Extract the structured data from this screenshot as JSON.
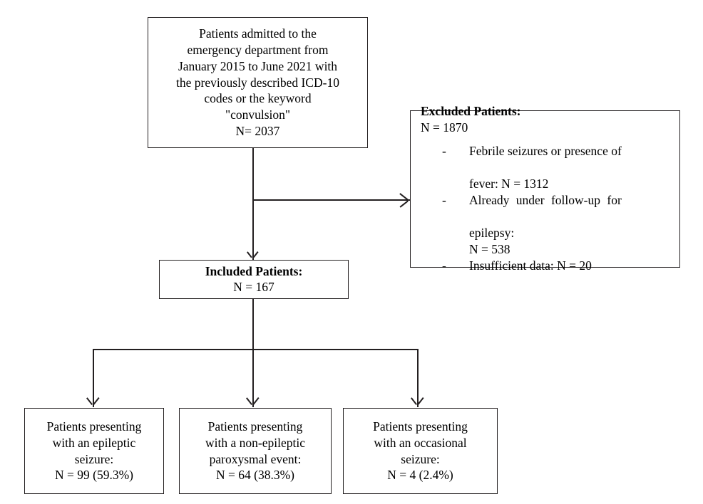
{
  "diagram": {
    "title": "Patient selection flowchart",
    "type": "flowchart",
    "colors": {
      "stroke": "#231f20",
      "background": "#ffffff",
      "text": "#000000"
    }
  },
  "nodes": {
    "source": {
      "name": "source-population-box",
      "lines": [
        "Patients admitted to the",
        "emergency department from",
        "January 2015 to June 2021 with",
        "the previously described ICD-10",
        "codes or the keyword",
        "\"convulsion\"",
        "N= 2037"
      ],
      "count": 2037
    },
    "excluded": {
      "name": "excluded-patients-box",
      "header": "Excluded Patients:",
      "count_label": "N = 1870",
      "count": 1870,
      "reasons": [
        {
          "bullet": "-",
          "line1": "Febrile seizures or presence of",
          "line2": "fever: N = 1312",
          "count": 1312
        },
        {
          "bullet": "-",
          "line1": "Already under follow-up for",
          "line2": "epilepsy:",
          "line3": "N = 538",
          "count": 538
        },
        {
          "bullet": "-",
          "line1": "Insufficient data: N = 20",
          "count": 20
        }
      ]
    },
    "included": {
      "name": "included-patients-box",
      "header": "Included Patients:",
      "count_label": "N = 167",
      "count": 167
    },
    "outcomes": [
      {
        "name": "epileptic-seizure-box",
        "lines": [
          "Patients presenting",
          "with an epileptic",
          "seizure:",
          "N = 99 (59.3%)"
        ],
        "count": 99,
        "percent": 59.3
      },
      {
        "name": "non-epileptic-paroxysmal-event-box",
        "lines": [
          "Patients presenting",
          "with a non-epileptic",
          "paroxysmal event:",
          "N = 64 (38.3%)"
        ],
        "count": 64,
        "percent": 38.3
      },
      {
        "name": "occasional-seizure-box",
        "lines": [
          "Patients presenting",
          "with an occasional",
          "seizure:",
          "N = 4 (2.4%)"
        ],
        "count": 4,
        "percent": 2.4
      }
    ]
  },
  "connectors": [
    {
      "name": "source-to-included-connector",
      "kind": "arrow-down"
    },
    {
      "name": "source-to-excluded-connector",
      "kind": "arrow-right"
    },
    {
      "name": "included-to-outcomes-distributor",
      "kind": "branch"
    },
    {
      "name": "outcome-arrow-left",
      "kind": "arrow-down"
    },
    {
      "name": "outcome-arrow-middle",
      "kind": "arrow-down"
    },
    {
      "name": "outcome-arrow-right",
      "kind": "arrow-down"
    }
  ]
}
